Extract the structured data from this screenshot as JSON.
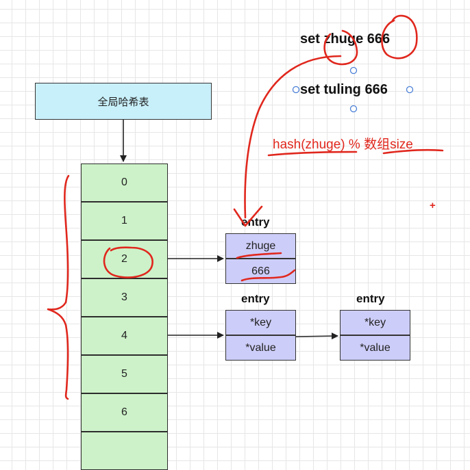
{
  "global_table": {
    "label": "全局哈希表"
  },
  "buckets": [
    "0",
    "1",
    "2",
    "3",
    "4",
    "5",
    "6",
    ""
  ],
  "entries": [
    {
      "title": "entry",
      "key": "zhuge",
      "value": "666"
    },
    {
      "title": "entry",
      "key": "*key",
      "value": "*value"
    },
    {
      "title": "entry",
      "key": "*key",
      "value": "*value"
    }
  ],
  "commands": {
    "first": "set zhuge 666",
    "second": "set tuling 666"
  },
  "annotation": {
    "hash": "hash(zhuge) % 数组size",
    "plus": "+"
  },
  "colors": {
    "global_fill": "#c8f0fa",
    "bucket_fill": "#cdf2c9",
    "entry_fill": "#cdcdf9",
    "annotation_red": "#e0271d",
    "handle_blue": "#4a7fd6"
  }
}
